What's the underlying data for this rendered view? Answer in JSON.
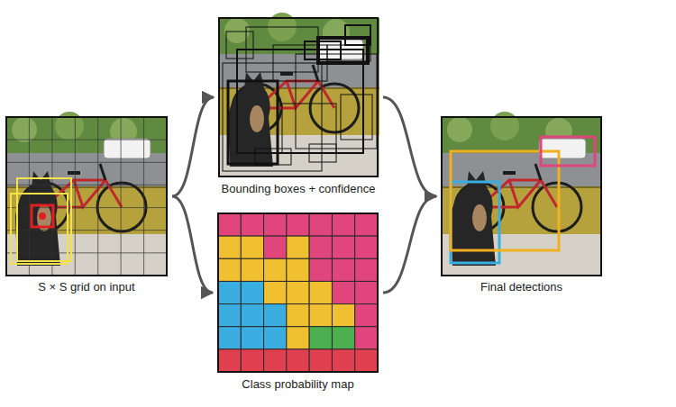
{
  "diagram": {
    "nodes": [
      {
        "text": [
          "S × S grid on input"
        ]
      },
      {
        "text": [
          "Bounding boxes + confidence"
        ]
      },
      {
        "text": [
          "Class probability map"
        ]
      },
      {
        "text": [
          "Final detections"
        ]
      }
    ],
    "edges": [
      {
        "from": 0,
        "to": 1,
        "arrow": "to"
      },
      {
        "from": 0,
        "to": 2,
        "arrow": "to"
      },
      {
        "from": 1,
        "to": 3,
        "arrow": "to"
      },
      {
        "from": 2,
        "to": 3,
        "arrow": "to"
      }
    ]
  }
}
